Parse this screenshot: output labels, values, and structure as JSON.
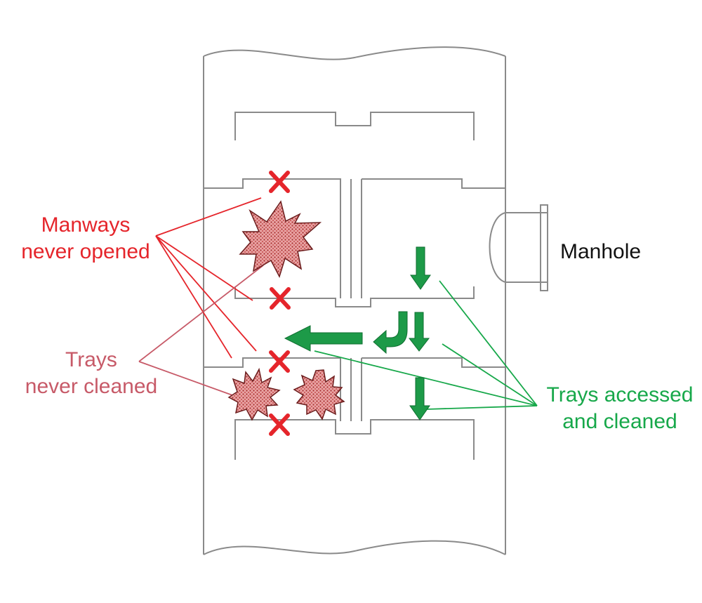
{
  "labels": {
    "manways": [
      "Manways",
      "never opened"
    ],
    "trays_dirty": [
      "Trays",
      "never cleaned"
    ],
    "manhole": "Manhole",
    "trays_clean": [
      "Trays accessed",
      "and cleaned"
    ]
  },
  "colors": {
    "red": "#e5252b",
    "rose": "#c75a68",
    "green": "#17a84a",
    "arrow": "#1d9a48",
    "shell": "#8a8a8a",
    "text": "#111111"
  },
  "icons": {
    "closed_manway": "red-x-icon",
    "fouling": "fouling-starburst-icon",
    "flow": "green-flow-arrow-icon"
  }
}
